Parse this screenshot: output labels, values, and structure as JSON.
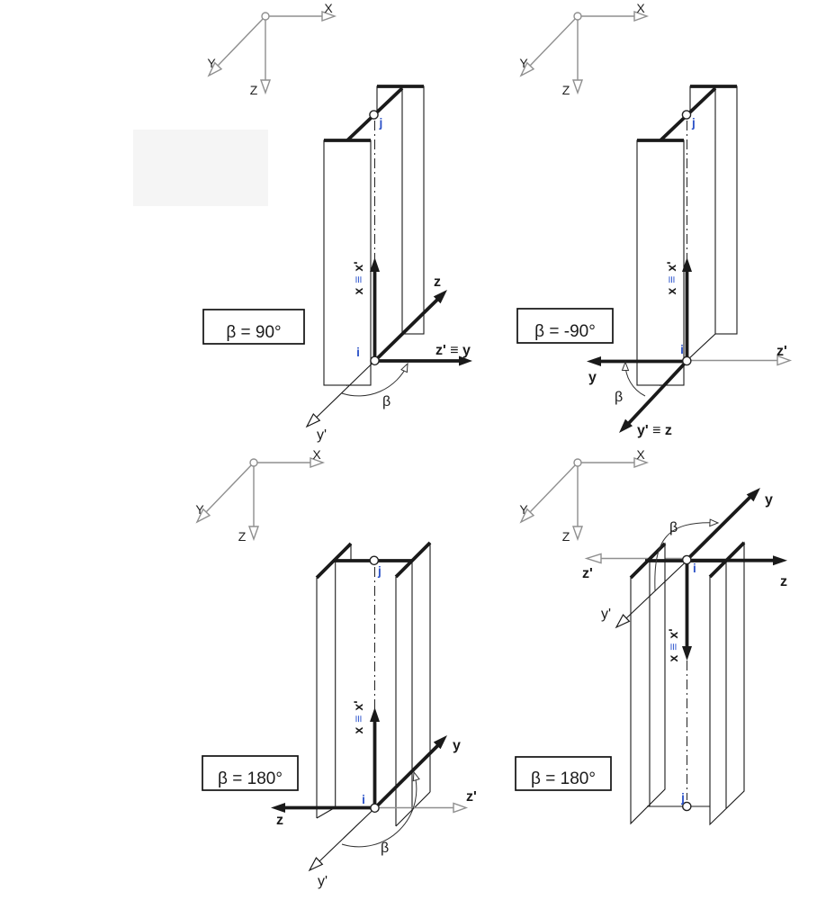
{
  "colors": {
    "line": "#1a1a1a",
    "gray-axis": "#8f8f8f",
    "node-label": "#2d53c8",
    "equiv-accent": "#3a5fd0",
    "background": "#ffffff"
  },
  "global_axes": {
    "x": "X",
    "y": "Y",
    "z": "Z"
  },
  "labels": {
    "node_i": "i",
    "node_j": "j",
    "beta": "β",
    "x": "x",
    "equiv": "≡",
    "x_prime": "x'",
    "y": "y",
    "y_prime": "y'",
    "z": "z",
    "z_prime": "z'",
    "z_prime_equiv_y": "z' ≡ y",
    "y_prime_equiv_z": "y' ≡ z"
  },
  "quadrants": [
    {
      "position": "top-left",
      "beta_value": "β = 90°"
    },
    {
      "position": "top-right",
      "beta_value": "β = -90°"
    },
    {
      "position": "bottom-left",
      "beta_value": "β = 180°"
    },
    {
      "position": "bottom-right",
      "beta_value": "β = 180°"
    }
  ]
}
